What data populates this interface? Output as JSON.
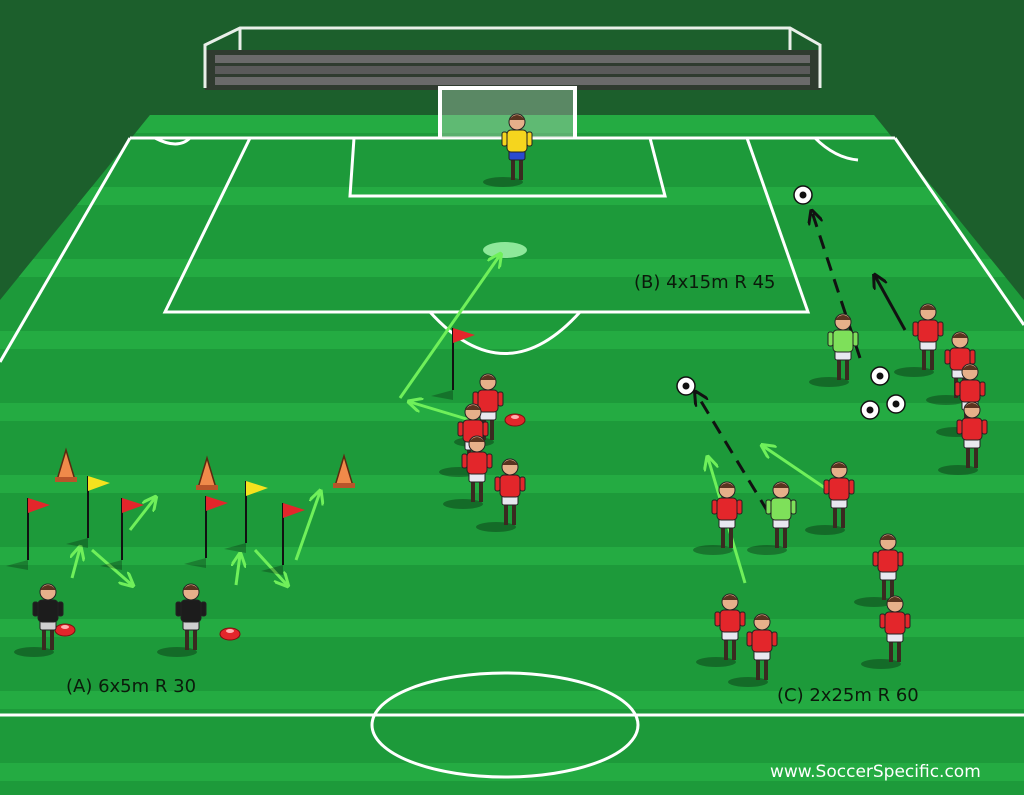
{
  "drills": {
    "a_label": "(A) 6x5m R 30",
    "b_label": "(B) 4x15m R 45",
    "c_label": "(C) 2x25m R 60"
  },
  "watermark": "www.SoccerSpecific.com",
  "colors": {
    "background": "#1c5f2c",
    "pitch_dark": "#1d9a3a",
    "pitch_light": "#24ab42",
    "lines": "#ffffff",
    "run_arrow": "#6ff05a",
    "pass_arrow": "#111111",
    "red_kit": "#e3262b",
    "keeper_kit": "#f5d51e",
    "bib": "#7ee05a",
    "cone": "#f08a4a",
    "flag_red": "#e3262b",
    "flag_yellow": "#f5e21e"
  }
}
